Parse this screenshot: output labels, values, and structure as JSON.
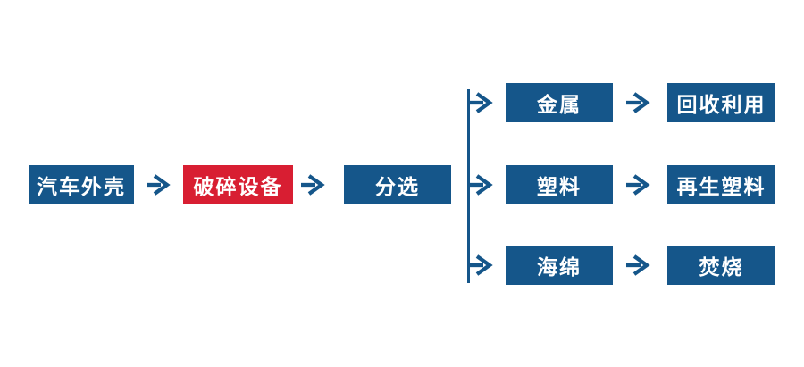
{
  "flow": {
    "main": [
      {
        "label": "汽车外壳"
      },
      {
        "label": "破碎设备"
      },
      {
        "label": "分选"
      }
    ],
    "branches": [
      {
        "material": "金属",
        "result": "回收利用"
      },
      {
        "material": "塑料",
        "result": "再生塑料"
      },
      {
        "material": "海绵",
        "result": "焚烧"
      }
    ],
    "colors": {
      "primary_blue": "#15568A",
      "highlight_red": "#D81E32",
      "text": "#FFFFFF"
    }
  }
}
